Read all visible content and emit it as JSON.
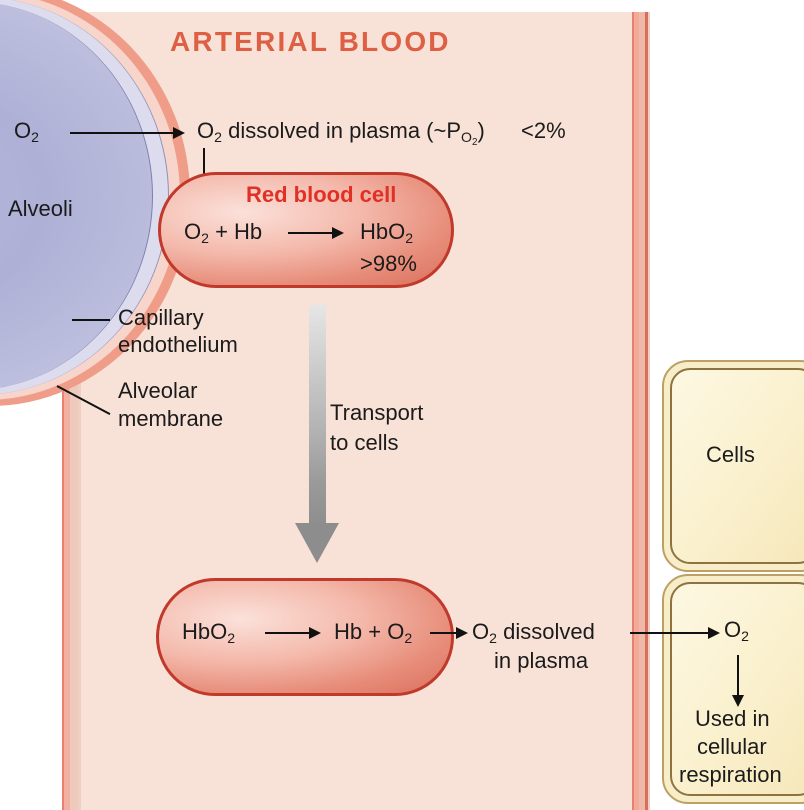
{
  "diagram": {
    "title": "ARTERIAL BLOOD",
    "title_color": "#dd5f44",
    "alveolus": {
      "gas_label": "O2",
      "gas_label_main": "O",
      "gas_label_sub": "2",
      "name_label": "Alveoli"
    },
    "membrane_labels": {
      "capillary_line1": "Capillary",
      "capillary_line2": "endothelium",
      "alveolar_line1": "Alveolar",
      "alveolar_line2": "membrane"
    },
    "plasma_top": {
      "prefix": "O",
      "sub1": "2",
      "middle": " dissolved in plasma (~P",
      "sub2": "O",
      "sub2sub": "2",
      "suffix": ")",
      "percent": "<2%"
    },
    "red_blood_cell_top": {
      "heading": "Red blood cell",
      "heading_color": "#e03127",
      "reactant_o": "O",
      "reactant_sub": "2",
      "reactant_rest": " + Hb",
      "product": "HbO",
      "product_sub": "2",
      "percent": ">98%"
    },
    "transport": {
      "line1": "Transport",
      "line2": "to cells"
    },
    "red_blood_cell_bottom": {
      "reactant": "HbO",
      "reactant_sub": "2",
      "product_left": "Hb + O",
      "product_sub": "2"
    },
    "plasma_bottom": {
      "line1_prefix": "O",
      "line1_sub": "2",
      "line1_rest": " dissolved",
      "line2": "in plasma"
    },
    "cells": {
      "upper_label": "Cells",
      "lower_gas": "O",
      "lower_gas_sub": "2",
      "usage_line1": "Used in",
      "usage_line2": "cellular",
      "usage_line3": "respiration"
    }
  }
}
